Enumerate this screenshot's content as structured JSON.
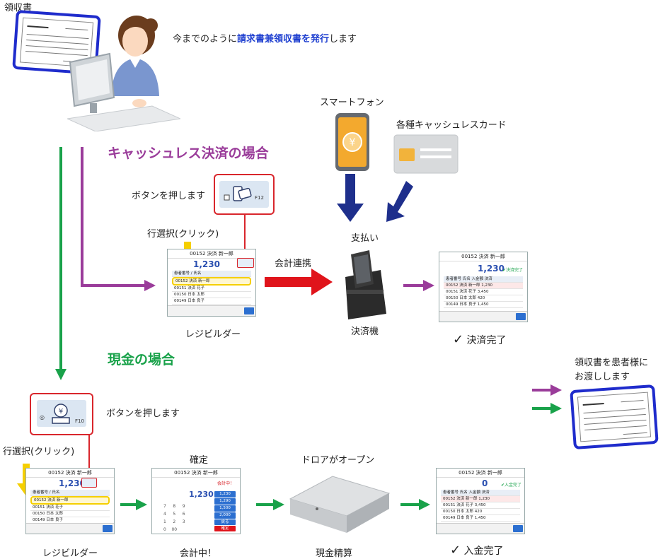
{
  "receipt_label": "領収書",
  "intro": {
    "prefix": "今までのように",
    "highlight": "請求書兼領収書を発行",
    "suffix": "します"
  },
  "cashless": {
    "title": "キャッシュレス決済の場合",
    "press_button": "ボタンを押します",
    "button_key": "F12",
    "row_select": "行選択(クリック)",
    "regi_label": "レジビルダー",
    "link_label": "会計連携",
    "smartphone": "スマートフォン",
    "card": "各種キャッシュレスカード",
    "pay": "支払い",
    "terminal": "決済機",
    "done": "決済完了"
  },
  "cash": {
    "title": "現金の場合",
    "press_button": "ボタンを押します",
    "button_key": "F10",
    "row_select": "行選択(クリック)",
    "regi_label": "レジビルダー",
    "confirm": "確定",
    "in_progress": "会計中！",
    "drawer_open": "ドロアがオープン",
    "settlement": "現金精算",
    "done": "入金完了"
  },
  "handover": {
    "line1": "領収書を患者様に",
    "line2": "お渡しします"
  },
  "screen": {
    "header": "00152 決済 新一郎",
    "header_done": "00152 決済 新一郎",
    "amount": "1,230",
    "amount_zero": "0",
    "status_done": "✔決済完了",
    "status_cash_done": "✔入金完了",
    "status_paying": "会計中！",
    "cols": [
      "患者番号",
      "氏 名",
      "入金額",
      "決済"
    ],
    "rows": [
      {
        "id": "00152",
        "name": "決済 新一郎",
        "amt": "1,230"
      },
      {
        "id": "00151",
        "name": "決済 花子",
        "amt": "3,450"
      },
      {
        "id": "00150",
        "name": "日本 太郎",
        "amt": "420"
      },
      {
        "id": "00149",
        "name": "日本 良子",
        "amt": "1,450"
      }
    ],
    "keypad_values": [
      "1,230",
      "1,290",
      "1,500",
      "2,000"
    ],
    "confirm_key": "確定",
    "return_key": "戻る"
  },
  "colors": {
    "cashless": "#9a3c9a",
    "cash": "#19a24a",
    "red": "#e0141b",
    "navy": "#1e2f8c",
    "yellow": "#f5cf00"
  }
}
